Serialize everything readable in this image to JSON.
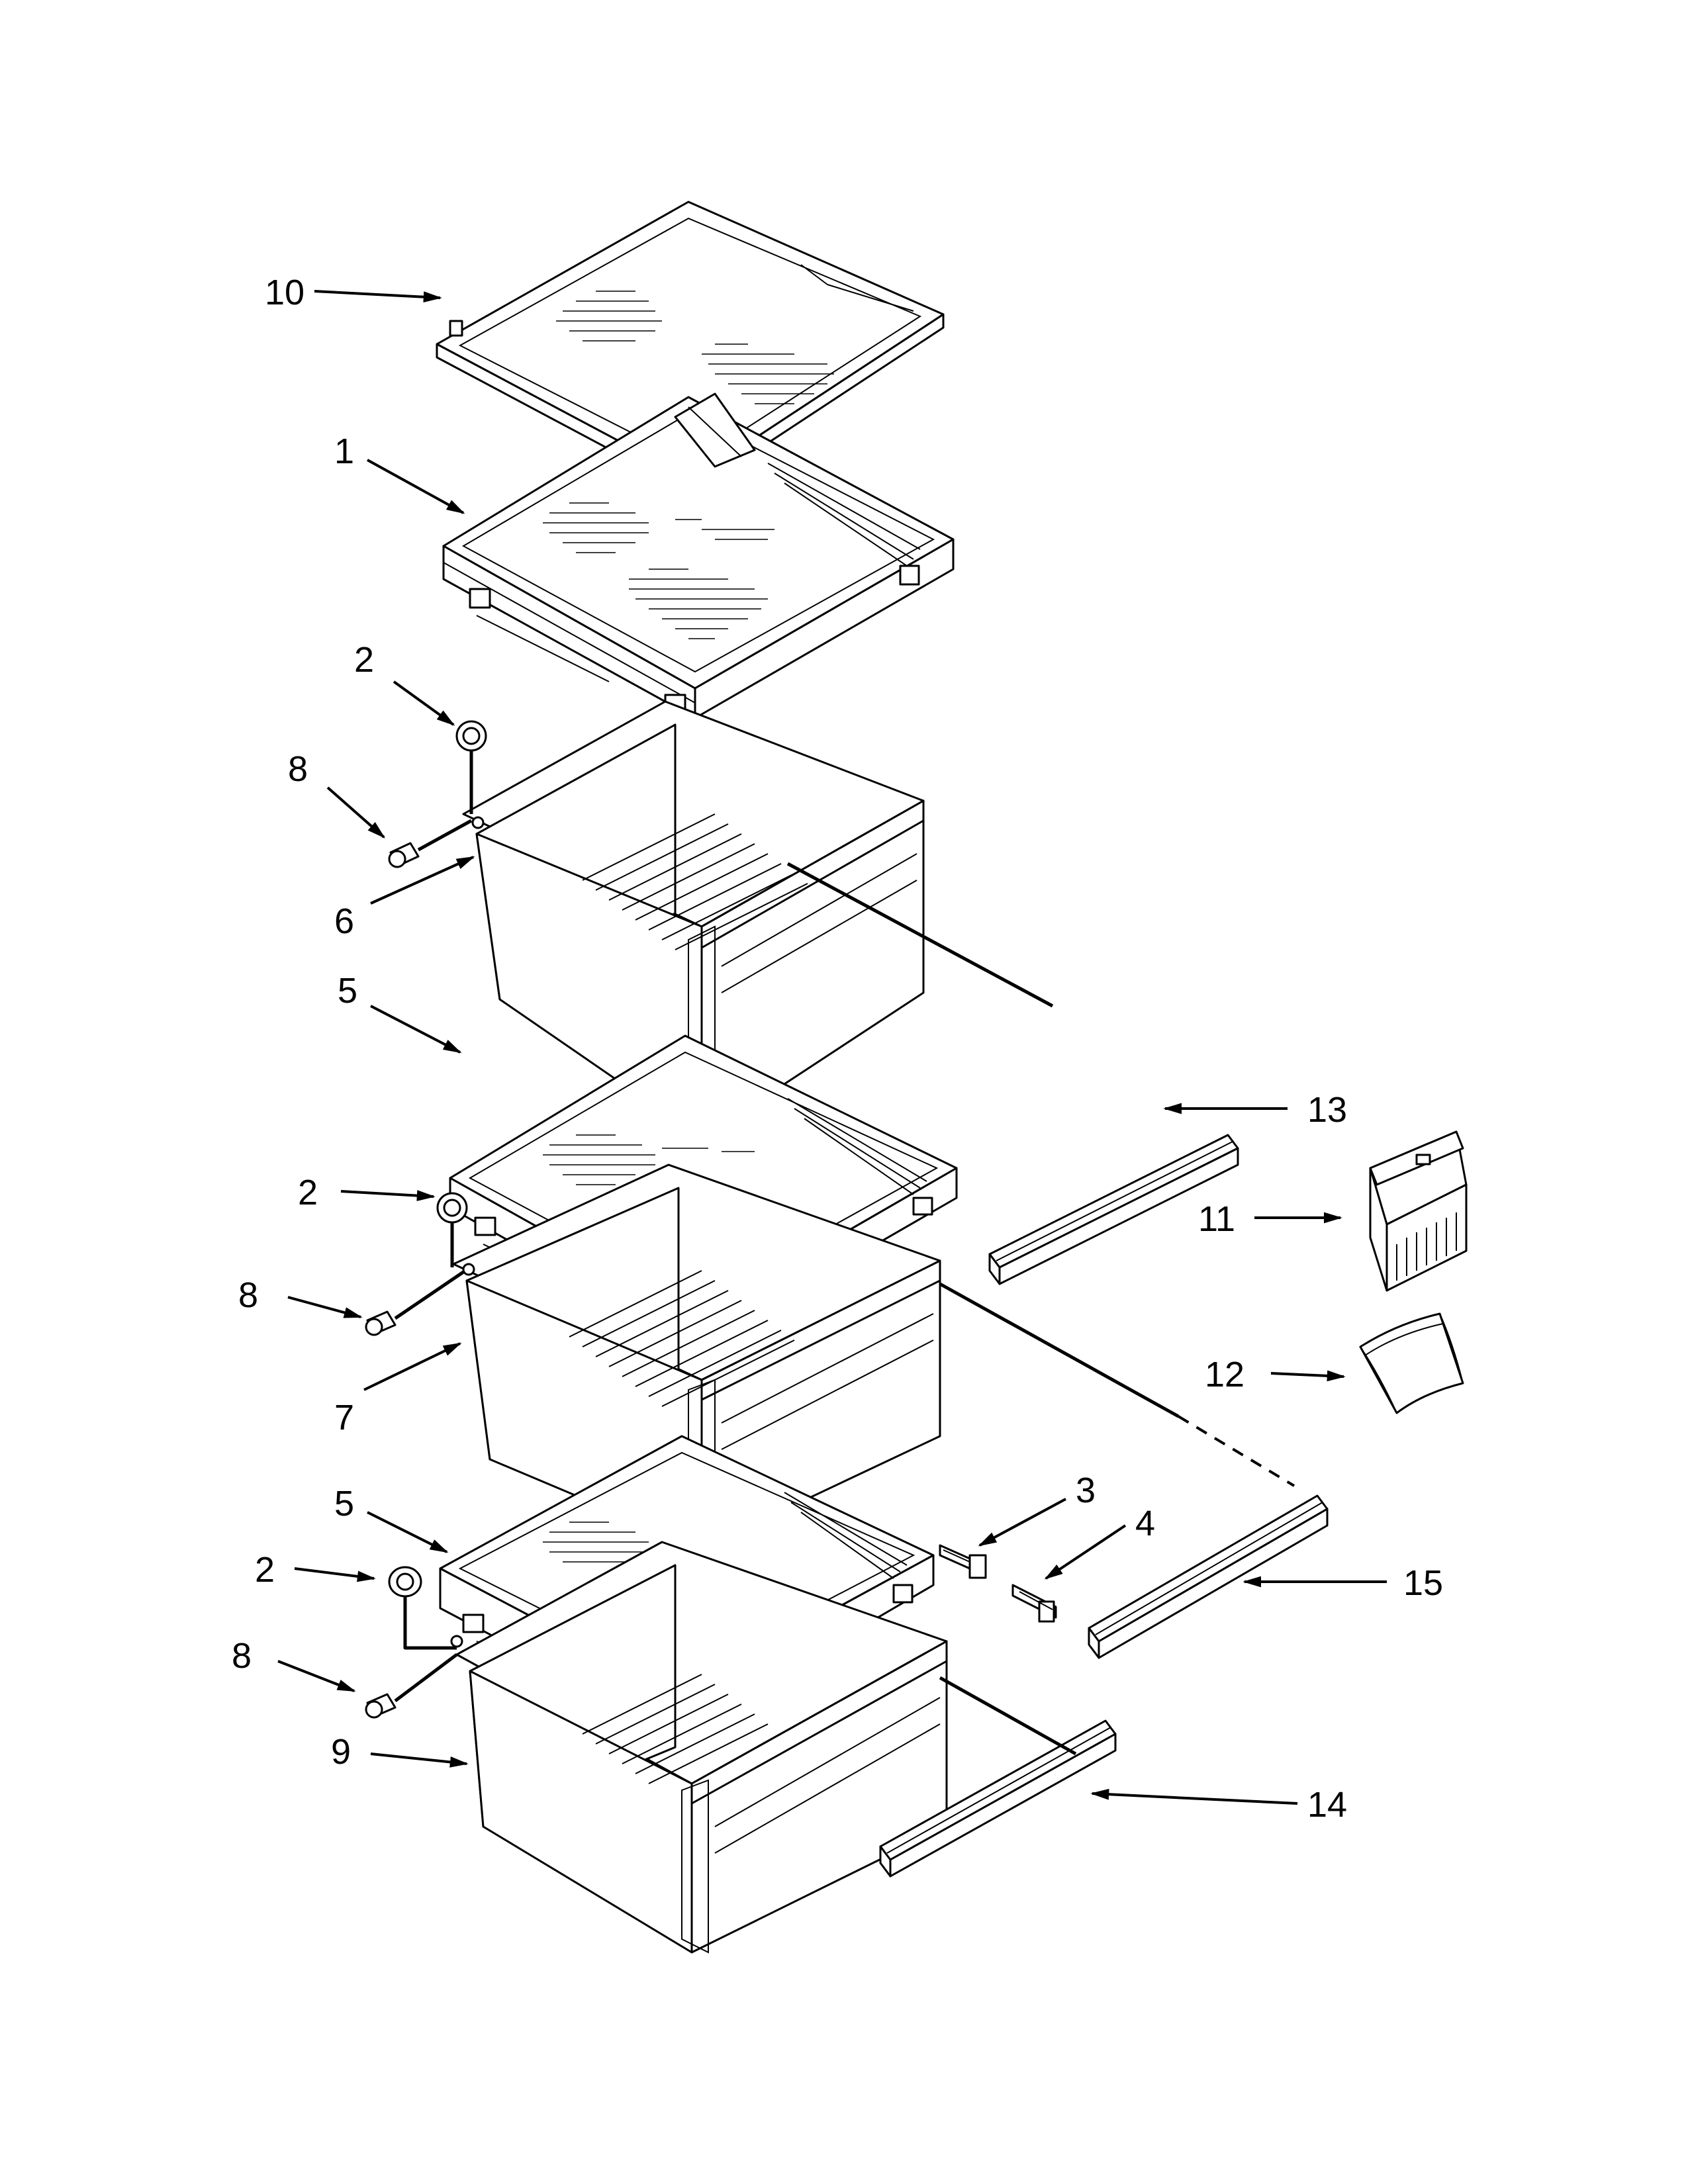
{
  "callouts": {
    "c10": "10",
    "c1": "1",
    "c2_top": "2",
    "c8_top": "8",
    "c6": "6",
    "c5_mid": "5",
    "c13": "13",
    "c2_mid": "2",
    "c8_mid": "8",
    "c7": "7",
    "c11": "11",
    "c12": "12",
    "c3": "3",
    "c4": "4",
    "c5_bot": "5",
    "c2_bot": "2",
    "c8_bot": "8",
    "c15": "15",
    "c9": "9",
    "c14": "14"
  }
}
